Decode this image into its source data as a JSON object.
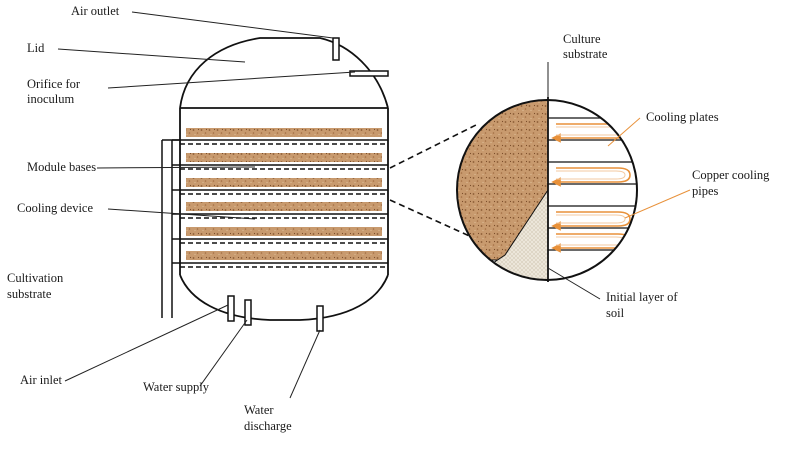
{
  "labels": {
    "air_outlet": "Air outlet",
    "lid": "Lid",
    "orifice_line1": "Orifice for",
    "orifice_line2": "inoculum",
    "module_bases": "Module bases",
    "cooling_device": "Cooling device",
    "cultivation_line1": "Cultivation",
    "cultivation_line2": "substrate",
    "air_inlet": "Air inlet",
    "water_supply": "Water supply",
    "water_discharge_line1": "Water",
    "water_discharge_line2": "discharge",
    "culture_line1": "Culture",
    "culture_line2": "substrate",
    "cooling_plates": "Cooling plates",
    "copper_line1": "Copper cooling",
    "copper_line2": "pipes",
    "soil_line1": "Initial layer of",
    "soil_line2": "soil"
  },
  "colors": {
    "substrate": "#c89a6e",
    "substrate_speckle": "#8a5a33",
    "soil": "#e9e2d6",
    "pipe": "#e8913a",
    "line": "#111111"
  }
}
